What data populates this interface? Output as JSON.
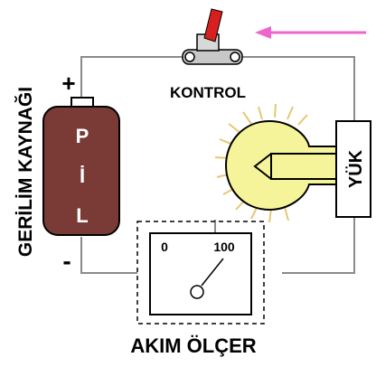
{
  "labels": {
    "source_title": "GERİLİM KAYNAĞI",
    "switch_label": "KONTROL",
    "load_label": "YÜK",
    "meter_title": "AKIM ÖLÇER",
    "meter_min": "0",
    "meter_max": "100",
    "battery_letters": [
      "P",
      "İ",
      "L"
    ],
    "plus_sign": "+",
    "minus_sign": "-"
  },
  "colors": {
    "battery": "#7a3b37",
    "battery_terminal": "#ffffff",
    "bulb": "#f6f49a",
    "bulb_rays": "#f0e08a",
    "switch_lever": "#d81f1f",
    "switch_base": "#c8c8c8",
    "arrow": "#ee66cc",
    "wire": "#8a8a8a"
  }
}
